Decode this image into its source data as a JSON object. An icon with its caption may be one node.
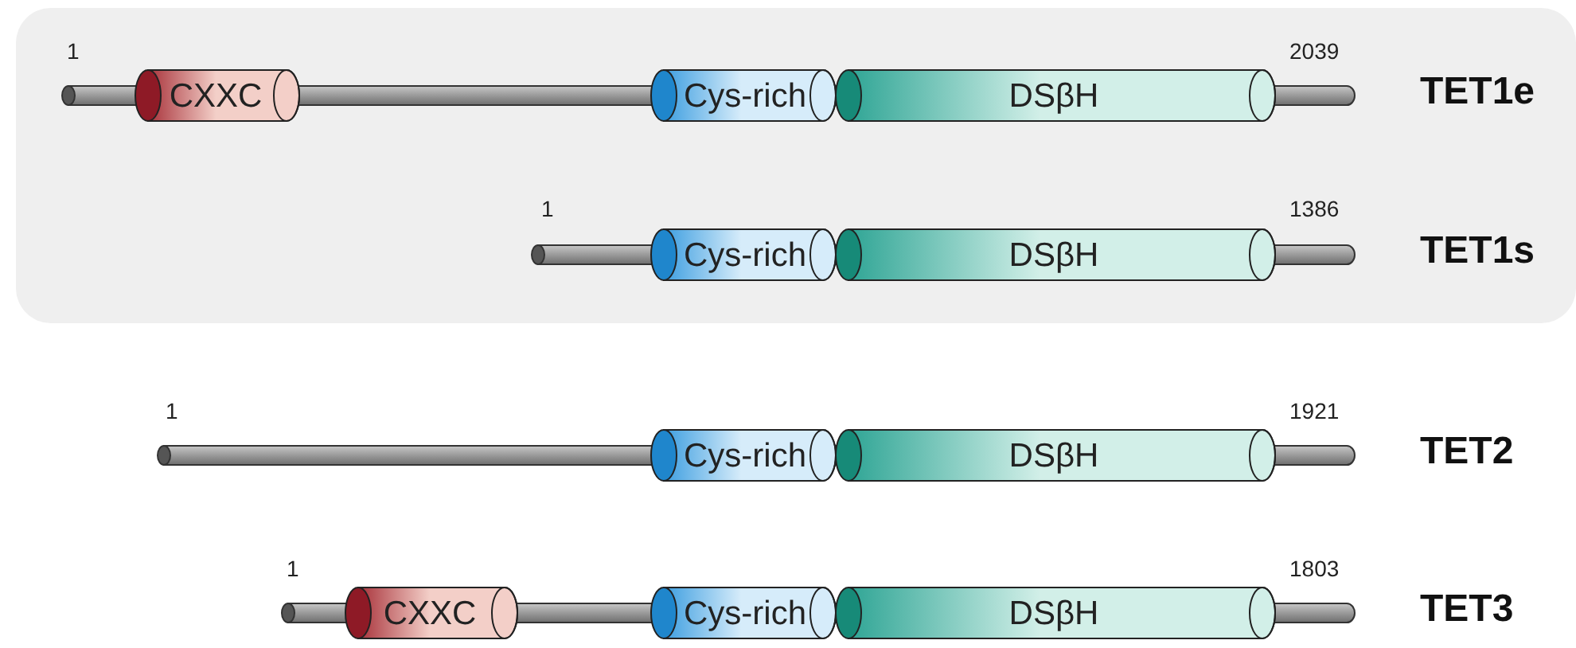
{
  "diagram": {
    "nodes": [
      {
        "text": [],
        "shape": "box"
      },
      {
        "text": [
          "CXXC"
        ],
        "in": 0
      },
      {
        "text": [
          "Cys-rich"
        ],
        "in": 0
      },
      {
        "text": [
          "DSβH"
        ],
        "in": 0
      },
      {
        "text": [
          "Cys-rich"
        ],
        "in": 0
      },
      {
        "text": [
          "DSβH"
        ],
        "in": 0
      },
      {
        "text": [
          "Cys-rich"
        ]
      },
      {
        "text": [
          "DSβH"
        ]
      },
      {
        "text": [
          "CXXC"
        ]
      },
      {
        "text": [
          "Cys-rich"
        ]
      },
      {
        "text": [
          "DSβH"
        ]
      }
    ],
    "labels": [
      "1",
      "2039",
      "TET1e",
      "1",
      "1386",
      "TET1s",
      "1",
      "1921",
      "TET2",
      "1",
      "1803",
      "TET3"
    ]
  }
}
